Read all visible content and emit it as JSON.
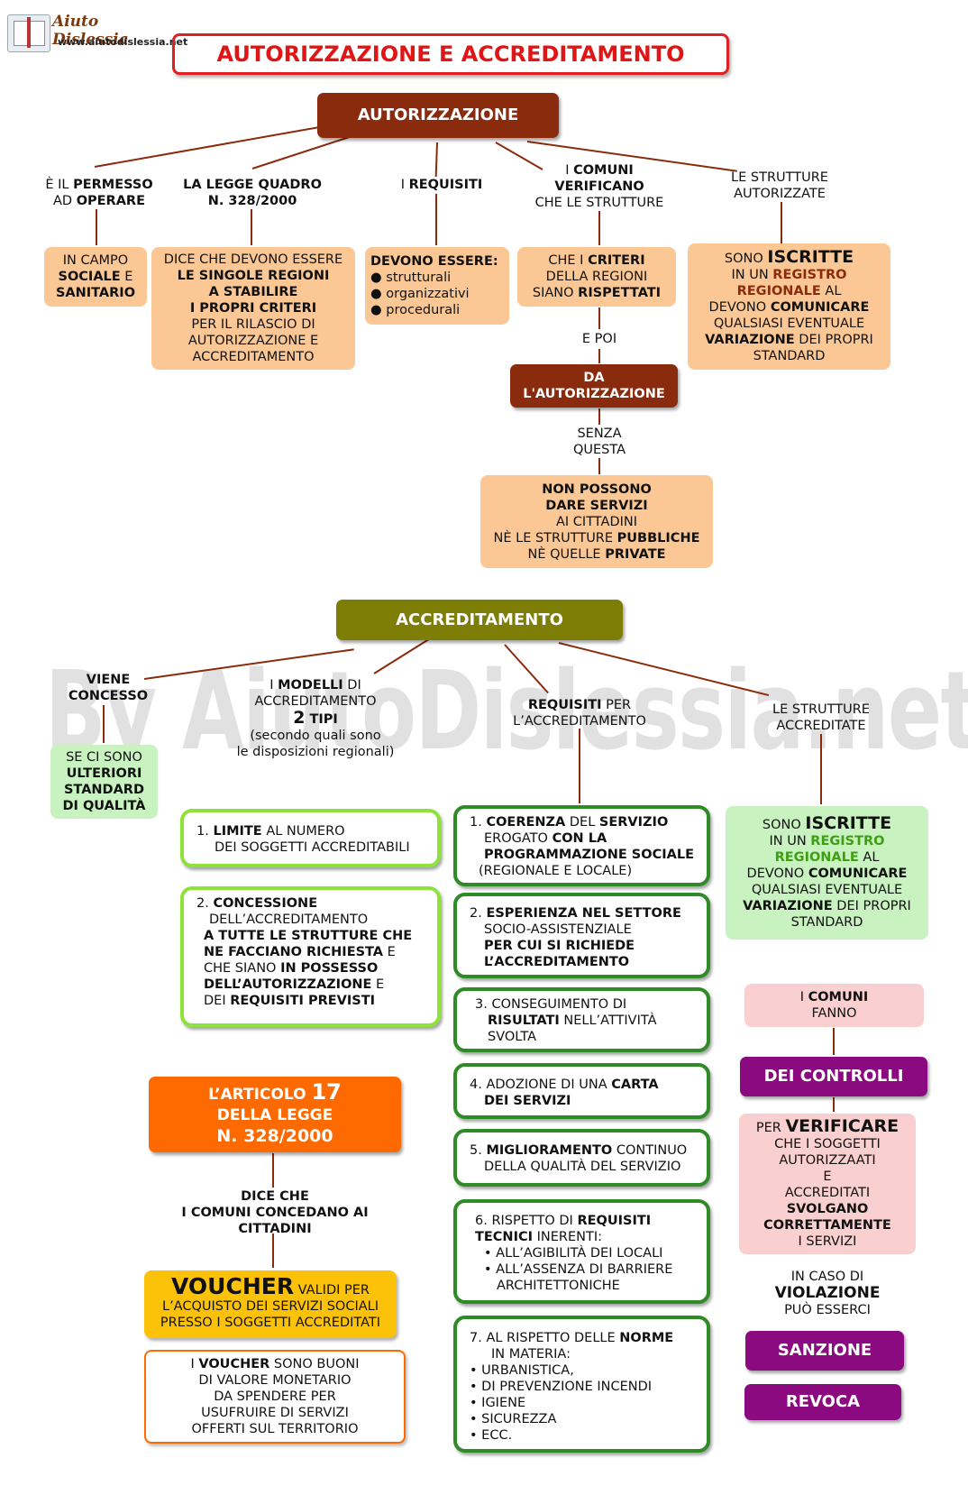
{
  "logo": {
    "name": "Aiuto Dislessia",
    "url": "www.aiutodislessia.net"
  },
  "title": "AUTORIZZAZIONE E ACCREDITAMENTO",
  "watermark": "By AiutoDislessia.net",
  "autorizzazione": {
    "header": "AUTORIZZAZIONE",
    "b1_label": {
      "a": "È IL ",
      "b": "PERMESSO",
      "c": "AD ",
      "d": "OPERARE"
    },
    "b1_box": {
      "a": "IN CAMPO",
      "b": "SOCIALE",
      "c": " E",
      "d": "SANITARIO"
    },
    "b2_label": {
      "a": "LA LEGGE QUADRO",
      "b": "N. 328/2000"
    },
    "b2_box": {
      "l1": "DICE CHE DEVONO ESSERE",
      "l2": "LE SINGOLE REGIONI",
      "l3": "A STABILIRE",
      "l4": "I PROPRI CRITERI",
      "l5": "PER IL RILASCIO DI",
      "l6": "AUTORIZZAZIONE E",
      "l7": "ACCREDITAMENTO"
    },
    "b3_label": {
      "a": "I ",
      "b": "REQUISITI"
    },
    "b3_box": {
      "head": "DEVONO ESSERE:",
      "items": [
        "strutturali",
        "organizzativi",
        "procedurali"
      ]
    },
    "b4_label": {
      "a": "I ",
      "b": "COMUNI",
      "c": "VERIFICANO",
      "d": "CHE LE STRUTTURE"
    },
    "b4_box": {
      "a": "CHE I ",
      "b": "CRITERI",
      "c": "DELLA REGIONI",
      "d": "SIANO ",
      "e": "RISPETTATI"
    },
    "b4_epoi": "E POI",
    "b4_da": {
      "a": "DA",
      "b": "L'AUTORIZZAZIONE"
    },
    "b4_senza": {
      "a": "SENZA",
      "b": "QUESTA"
    },
    "b4_final": {
      "l1": "NON POSSONO",
      "l2": "DARE SERVIZI",
      "l3": "AI CITTADINI",
      "l4a": "NÈ LE STRUTTURE ",
      "l4b": "PUBBLICHE",
      "l5a": "NÈ QUELLE ",
      "l5b": "PRIVATE"
    },
    "b5_label": {
      "a": "LE STRUTTURE",
      "b": "AUTORIZZATE"
    },
    "b5_box": {
      "a": "SONO ",
      "b": "ISCRITTE",
      "c": "IN UN ",
      "d": "REGISTRO",
      "e": "REGIONALE",
      "f": " AL",
      "g": "DEVONO ",
      "h": "COMUNICARE",
      "i": "QUALSIASI EVENTUALE",
      "j": "VARIAZIONE",
      "k": " DEI PROPRI",
      "l": "STANDARD"
    }
  },
  "accreditamento": {
    "header": "ACCREDITAMENTO",
    "c1_label": {
      "a": "VIENE",
      "b": "CONCESSO"
    },
    "c1_box": {
      "a": "SE CI SONO",
      "b": "ULTERIORI",
      "c": "STANDARD",
      "d": "DI QUALITÀ"
    },
    "c2_label": {
      "a": "I ",
      "b": "MODELLI",
      "c": " DI",
      "d": "ACCREDITAMENTO",
      "e": "2",
      "f": " TIPI",
      "g": "(secondo quali sono",
      "h": "le disposizioni regionali)"
    },
    "m1": {
      "n": "1.  ",
      "a": "LIMITE",
      "b": " AL NUMERO",
      "c": "DEI SOGGETTI ACCREDITABILI"
    },
    "m2": {
      "n": "2. ",
      "a": "CONCESSIONE",
      "b": "DELL’ACCREDITAMENTO",
      "c": "A TUTTE LE STRUTTURE CHE",
      "d": "NE FACCIANO  RICHIESTA",
      "e": " E",
      "f": "CHE SIANO ",
      "g": "IN POSSESSO",
      "h": "DELL’AUTORIZZAZIONE",
      "i": " E",
      "j": "DEI ",
      "k": "REQUISITI PREVISTI"
    },
    "art17": {
      "a": "L’ARTICOLO ",
      "b": "17",
      "c": "DELLA LEGGE",
      "d": "N. 328/2000"
    },
    "dice": {
      "a": "DICE CHE",
      "b": "I COMUNI CONCEDANO AI",
      "c": "CITTADINI"
    },
    "voucher": {
      "a": "VOUCHER",
      "b": " VALIDI PER",
      "c": "L’ACQUISTO DEI SERVIZI SOCIALI",
      "d": "PRESSO I SOGGETTI ACCREDITATI"
    },
    "voucher_def": {
      "a": "I ",
      "b": "VOUCHER",
      "c": " SONO BUONI",
      "d": "DI VALORE MONETARIO",
      "e": "DA SPENDERE PER",
      "f": "USUFRUIRE DI SERVIZI",
      "g": "OFFERTI SUL TERRITORIO"
    },
    "c3_label": {
      "a": "REQUISITI",
      "b": " PER",
      "c": "L’ACCREDITAMENTO"
    },
    "r1": {
      "n": "1. ",
      "a": "COERENZA",
      "b": " DEL ",
      "c": "SERVIZIO",
      "d": "EROGATO ",
      "e": "CON LA",
      "f": "PROGRAMMAZIONE SOCIALE",
      "g": "(REGIONALE E LOCALE)"
    },
    "r2": {
      "n": "2. ",
      "a": "ESPERIENZA NEL SETTORE",
      "b": "SOCIO-ASSISTENZIALE",
      "c": "PER CUI SI RICHIEDE",
      "d": "L’ACCREDITAMENTO"
    },
    "r3": {
      "n": "3. CONSEGUIMENTO DI",
      "a": "RISULTATI",
      "b": " NELL’ATTIVITÀ",
      "c": "SVOLTA"
    },
    "r4": {
      "n": "4. ADOZIONE DI UNA ",
      "a": "CARTA",
      "b": "DEI SERVIZI"
    },
    "r5": {
      "n": "5. ",
      "a": "MIGLIORAMENTO",
      "b": " CONTINUO",
      "c": "DELLA QUALITÀ DEL SERVIZIO"
    },
    "r6": {
      "n": "6. RISPETTO DI ",
      "a": "REQUISITI",
      "b": "TECNICI",
      "c": "  INERENTI:",
      "items": [
        "ALL’AGIBILITÀ DEI LOCALI",
        "ALL’ASSENZA DI BARRIERE"
      ],
      "tail": "ARCHITETTONICHE"
    },
    "r7": {
      "n": "7.  AL RISPETTO DELLE ",
      "a": "NORME",
      "b": "IN MATERIA:",
      "items": [
        "URBANISTICA,",
        "DI PREVENZIONE INCENDI",
        "IGIENE",
        "SICUREZZA",
        "ECC."
      ]
    },
    "c4_label": {
      "a": "LE STRUTTURE",
      "b": "ACCREDITATE"
    },
    "c4_box": {
      "a": "SONO ",
      "b": "ISCRITTE",
      "c": "IN UN ",
      "d": "REGISTRO",
      "e": "REGIONALE",
      "f": " AL",
      "g": "DEVONO ",
      "h": "COMUNICARE",
      "i": "QUALSIASI EVENTUALE",
      "j": "VARIAZIONE",
      "k": " DEI PROPRI",
      "l": "STANDARD"
    },
    "comuni": {
      "a": "I ",
      "b": "COMUNI",
      "c": "FANNO"
    },
    "controlli": "DEI CONTROLLI",
    "verif": {
      "a": "PER ",
      "b": "VERIFICARE",
      "c": "CHE I SOGGETTI",
      "d": "AUTORIZZAATI",
      "e": "E",
      "f": "ACCREDITATI",
      "g": "SVOLGANO",
      "h": "CORRETTAMENTE",
      "i": "I SERVIZI"
    },
    "caso": {
      "a": "IN CASO DI",
      "b": "VIOLAZIONE",
      "c": "PUÒ ESSERCI"
    },
    "sanzione": "SANZIONE",
    "revoca": "REVOCA"
  }
}
